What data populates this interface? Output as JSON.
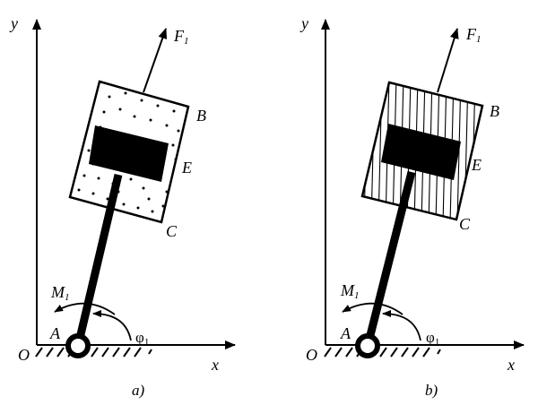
{
  "panels": [
    {
      "caption": "a)",
      "y_axis": "y",
      "x_axis": "x",
      "origin": "O",
      "force": {
        "letter": "F",
        "sub": "1"
      },
      "moment": {
        "letter": "M",
        "sub": "1"
      },
      "pivot": "A",
      "angle": {
        "letter": "φ",
        "sub": "1"
      },
      "point_b": "B",
      "point_e": "E",
      "point_c": "C"
    },
    {
      "caption": "b)",
      "y_axis": "y",
      "x_axis": "x",
      "origin": "O",
      "force": {
        "letter": "F",
        "sub": "1"
      },
      "moment": {
        "letter": "M",
        "sub": "1"
      },
      "pivot": "A",
      "angle": {
        "letter": "φ",
        "sub": "1"
      },
      "point_b": "B",
      "point_e": "E",
      "point_c": "C"
    }
  ]
}
